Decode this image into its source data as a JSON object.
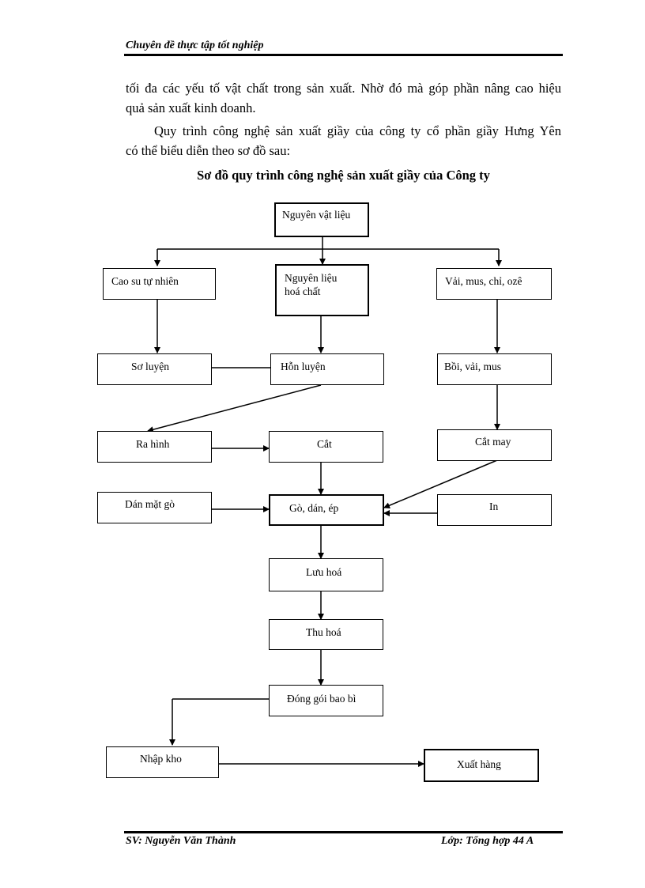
{
  "header": {
    "title": "Chuyên đề thực tập tốt nghiệp"
  },
  "body": {
    "paragraph1_line1": "tối đa các yếu tố vật chất trong sản xuất. Nhờ đó mà góp phần nâng cao hiệu",
    "paragraph1_line2": "quả sản xuất kinh doanh.",
    "paragraph2_line1": "Quy trình công nghệ sản xuất giầy của công ty cổ phần giầy Hưng Yên",
    "paragraph2_line2": "có thể biểu diễn theo sơ đồ sau:"
  },
  "diagram": {
    "title": "Sơ đồ quy trình công nghệ sản xuất giầy của Công ty",
    "nodes": {
      "raw_materials": "Nguyên vật liệu",
      "natural_rubber": "Cao su tự nhiên",
      "chemicals_line1": "Nguyên liệu",
      "chemicals_line2": "hoá chất",
      "fabric": "Vải, mus, chỉ, ozê",
      "pre_mixing": "Sơ luyện",
      "mixing": "Hỗn luyện",
      "coating": "Bồi, vải, mus",
      "shaping": "Ra hình",
      "cutting": "Cắt",
      "sewing": "Cắt may",
      "sole_gluing": "Dán mặt gò",
      "lasting": "Gò, dán, ép",
      "printing": "In",
      "vulcanizing": "Lưu hoá",
      "collecting": "Thu hoá",
      "packaging": "Đóng gói bao bì",
      "warehouse": "Nhập kho",
      "shipping": "Xuất hàng"
    }
  },
  "footer": {
    "student": "SV: Nguyễn Văn Thành",
    "class": "Lớp: Tổng hợp 44 A"
  }
}
